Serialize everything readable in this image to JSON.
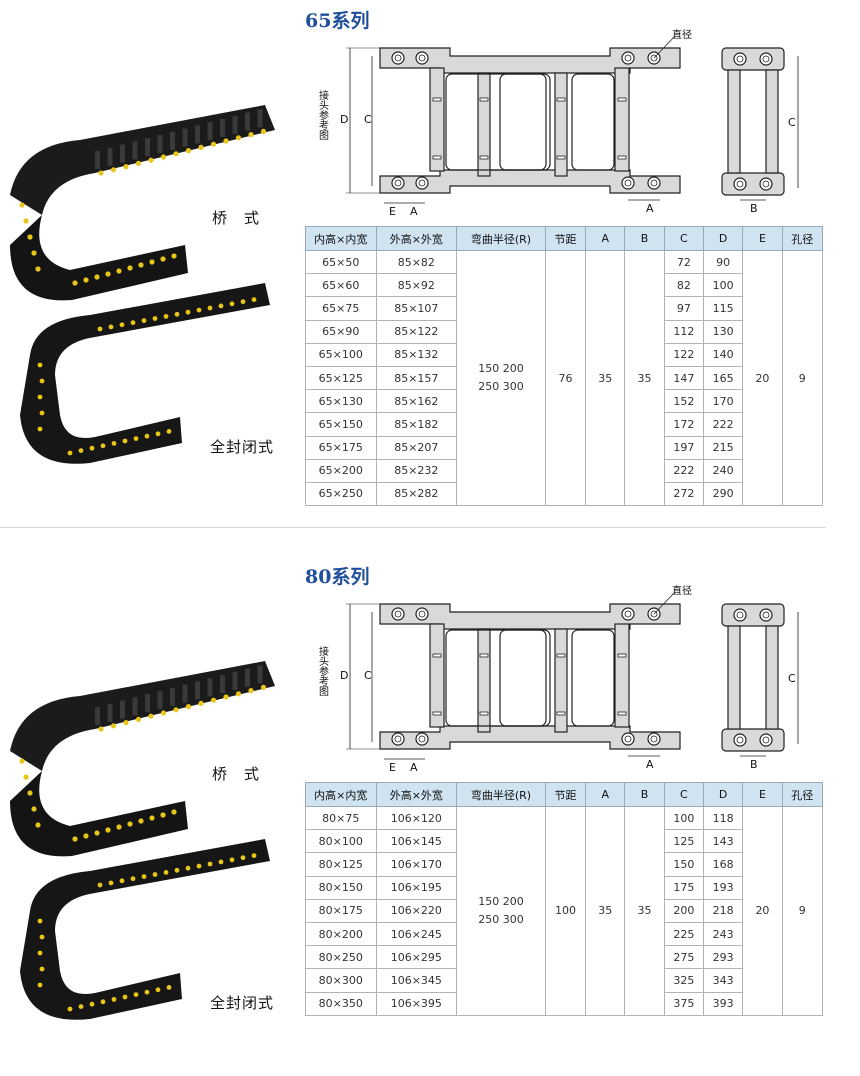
{
  "sections": [
    {
      "title": "65系列",
      "type_labels": [
        "桥　式",
        "全封闭式"
      ],
      "diagram": {
        "label_diameter": "直径",
        "label_joint": "接头参考图",
        "dim_D": "D",
        "dim_C": "C",
        "dim_E": "E",
        "dim_A": "A",
        "dim_B": "B"
      },
      "headers": [
        "内高×内宽",
        "外高×外宽",
        "弯曲半径(R)",
        "节距",
        "A",
        "B",
        "C",
        "D",
        "E",
        "孔径"
      ],
      "rows": [
        {
          "inner": "65×50",
          "outer": "85×82",
          "C": "72",
          "D": "90"
        },
        {
          "inner": "65×60",
          "outer": "85×92",
          "C": "82",
          "D": "100"
        },
        {
          "inner": "65×75",
          "outer": "85×107",
          "C": "97",
          "D": "115"
        },
        {
          "inner": "65×90",
          "outer": "85×122",
          "C": "112",
          "D": "130"
        },
        {
          "inner": "65×100",
          "outer": "85×132",
          "C": "122",
          "D": "140"
        },
        {
          "inner": "65×125",
          "outer": "85×157",
          "C": "147",
          "D": "165"
        },
        {
          "inner": "65×130",
          "outer": "85×162",
          "C": "152",
          "D": "170"
        },
        {
          "inner": "65×150",
          "outer": "85×182",
          "C": "172",
          "D": "222"
        },
        {
          "inner": "65×175",
          "outer": "85×207",
          "C": "197",
          "D": "215"
        },
        {
          "inner": "65×200",
          "outer": "85×232",
          "C": "222",
          "D": "240"
        },
        {
          "inner": "65×250",
          "outer": "85×282",
          "C": "272",
          "D": "290"
        }
      ],
      "shared": {
        "radius_1": "150 200",
        "radius_2": "250 300",
        "pitch": "76",
        "A": "35",
        "B": "35",
        "E": "20",
        "hole": "9"
      }
    },
    {
      "title": "80系列",
      "type_labels": [
        "桥　式",
        "全封闭式"
      ],
      "diagram": {
        "label_diameter": "直径",
        "label_joint": "接头参考图",
        "dim_D": "D",
        "dim_C": "C",
        "dim_E": "E",
        "dim_A": "A",
        "dim_B": "B"
      },
      "headers": [
        "内高×内宽",
        "外高×外宽",
        "弯曲半径(R)",
        "节距",
        "A",
        "B",
        "C",
        "D",
        "E",
        "孔径"
      ],
      "rows": [
        {
          "inner": "80×75",
          "outer": "106×120",
          "C": "100",
          "D": "118"
        },
        {
          "inner": "80×100",
          "outer": "106×145",
          "C": "125",
          "D": "143"
        },
        {
          "inner": "80×125",
          "outer": "106×170",
          "C": "150",
          "D": "168"
        },
        {
          "inner": "80×150",
          "outer": "106×195",
          "C": "175",
          "D": "193"
        },
        {
          "inner": "80×175",
          "outer": "106×220",
          "C": "200",
          "D": "218"
        },
        {
          "inner": "80×200",
          "outer": "106×245",
          "C": "225",
          "D": "243"
        },
        {
          "inner": "80×250",
          "outer": "106×295",
          "C": "275",
          "D": "293"
        },
        {
          "inner": "80×300",
          "outer": "106×345",
          "C": "325",
          "D": "343"
        },
        {
          "inner": "80×350",
          "outer": "106×395",
          "C": "375",
          "D": "393"
        }
      ],
      "shared": {
        "radius_1": "150 200",
        "radius_2": "250 300",
        "pitch": "100",
        "A": "35",
        "B": "35",
        "E": "20",
        "hole": "9"
      }
    }
  ]
}
